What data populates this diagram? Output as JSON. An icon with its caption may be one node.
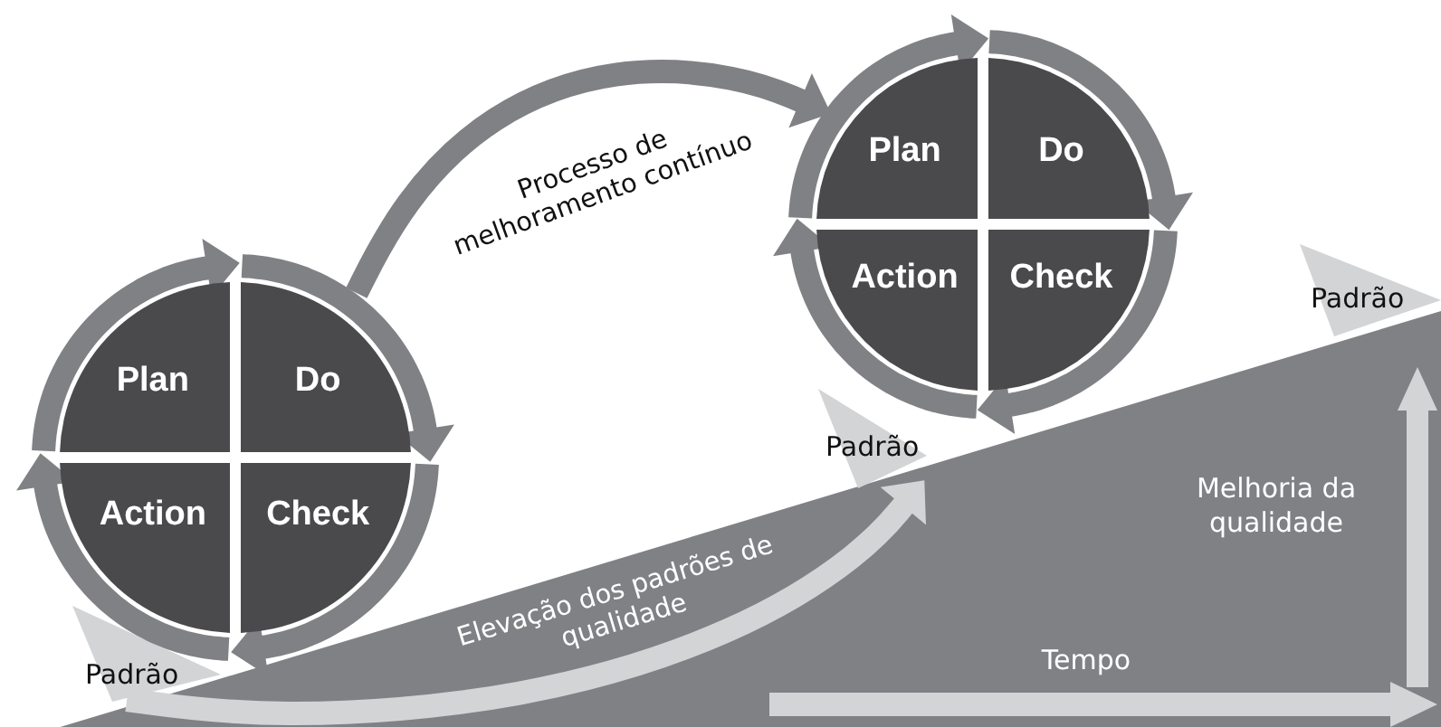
{
  "diagram": {
    "nodes": [
      {
        "text": [
          "Plan"
        ]
      },
      {
        "text": [
          "Do"
        ]
      },
      {
        "text": [
          "Action"
        ]
      },
      {
        "text": [
          "Check"
        ]
      },
      {
        "text": [
          "Plan"
        ]
      },
      {
        "text": [
          "Do"
        ]
      },
      {
        "text": [
          "Action"
        ]
      },
      {
        "text": [
          "Check"
        ]
      },
      {
        "text": [
          "Padrão"
        ]
      },
      {
        "text": [
          "Padrão"
        ]
      },
      {
        "text": [
          "Padrão"
        ]
      }
    ],
    "edges": [
      {
        "from": 0,
        "to": 1,
        "arrow": "to"
      },
      {
        "from": 1,
        "to": 3,
        "arrow": "to"
      },
      {
        "from": 3,
        "to": 2,
        "arrow": "to"
      },
      {
        "from": 2,
        "to": 0,
        "arrow": "to"
      },
      {
        "from": 4,
        "to": 5,
        "arrow": "to"
      },
      {
        "from": 5,
        "to": 7,
        "arrow": "to"
      },
      {
        "from": 7,
        "to": 6,
        "arrow": "to"
      },
      {
        "from": 6,
        "to": 4,
        "arrow": "to"
      },
      {
        "from": 1,
        "to": 4,
        "arrow": "to",
        "label": "Processo de melhoramento contínuo"
      },
      {
        "from": 8,
        "to": 9,
        "arrow": "to",
        "label": "Elevação dos padrões de qualidade",
        "color": "#d3d4d6"
      }
    ],
    "labels": [
      "Melhoria da qualidade",
      "Tempo"
    ]
  }
}
